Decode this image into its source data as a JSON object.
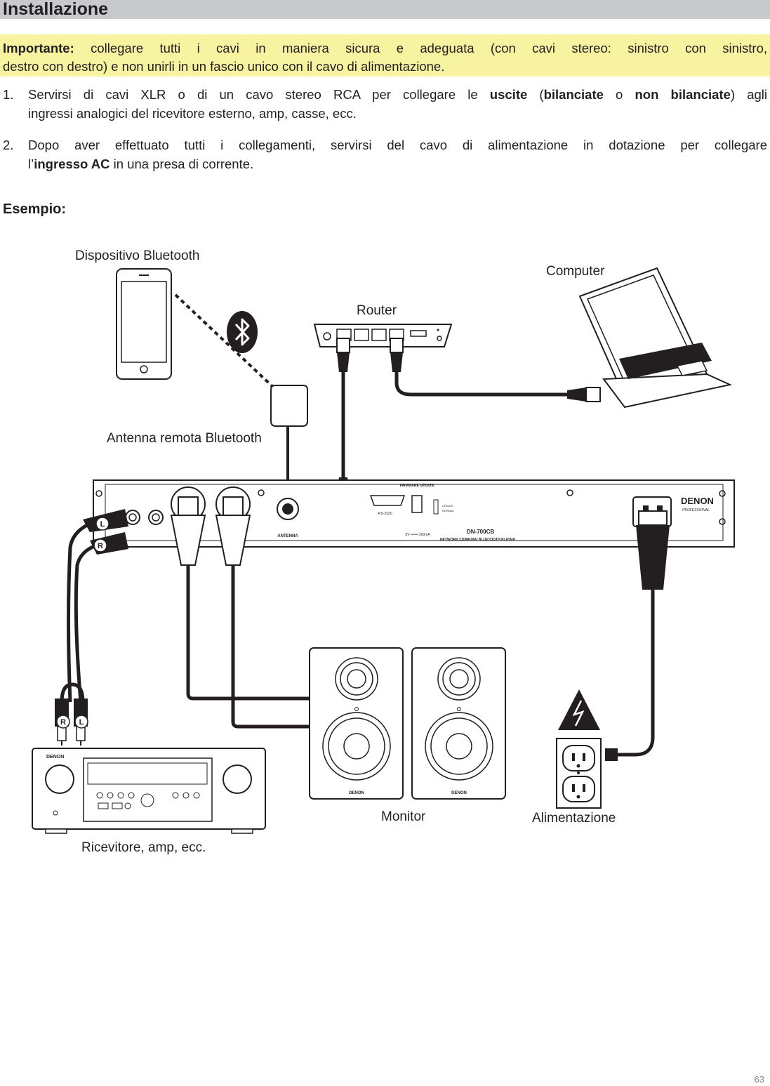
{
  "section_title": "Installazione",
  "important": {
    "label": "Importante:",
    "line1": "collegare tutti i cavi in maniera sicura e adeguata (con cavi stereo: sinistro con sinistro,",
    "line2": "destro con destro) e non unirli in un fascio unico con il cavo di alimentazione."
  },
  "steps": [
    {
      "number": "1.",
      "a": "Servirsi di cavi XLR o di un cavo stereo RCA per collegare le ",
      "b": "uscite",
      "c": " (",
      "d": "bilanciate",
      "e": " o ",
      "f": "non bilanciate",
      "g": ") agli",
      "line2": "ingressi analogici del ricevitore esterno, amp, casse, ecc."
    },
    {
      "number": "2.",
      "line1": "Dopo aver effettuato tutti i collegamenti, servirsi del cavo di alimentazione in dotazione per collegare",
      "pre": "l’",
      "bold": "ingresso AC",
      "post": " in una presa di corrente."
    }
  ],
  "example_heading": "Esempio:",
  "diagram": {
    "labels": {
      "bluetooth_device": "Dispositivo Bluetooth",
      "computer": "Computer",
      "router": "Router",
      "antenna": "Antenna remota Bluetooth",
      "monitor": "Monitor",
      "power": "Alimentazione",
      "receiver": "Ricevitore, amp, ecc."
    },
    "device": {
      "brand": "DENON",
      "brand_sub": "PROFESSIONAL",
      "model": "DN-700CB",
      "model_desc": "NETWORK CD/MEDIA/ BLUETOOTH PLAYER",
      "antenna_port": "ANTENNA",
      "serial_port": "RS-232C",
      "firmware": "FIRMWARE UPDATE",
      "usb_rating": "5V ═══ 200mA",
      "switch_update": "UPDATE",
      "switch_normal": "NORMAL"
    },
    "cable_labels": {
      "left": "L",
      "right": "R"
    },
    "monitor_brand": "DENON",
    "receiver_brand": "DENON"
  },
  "page_number": "63"
}
